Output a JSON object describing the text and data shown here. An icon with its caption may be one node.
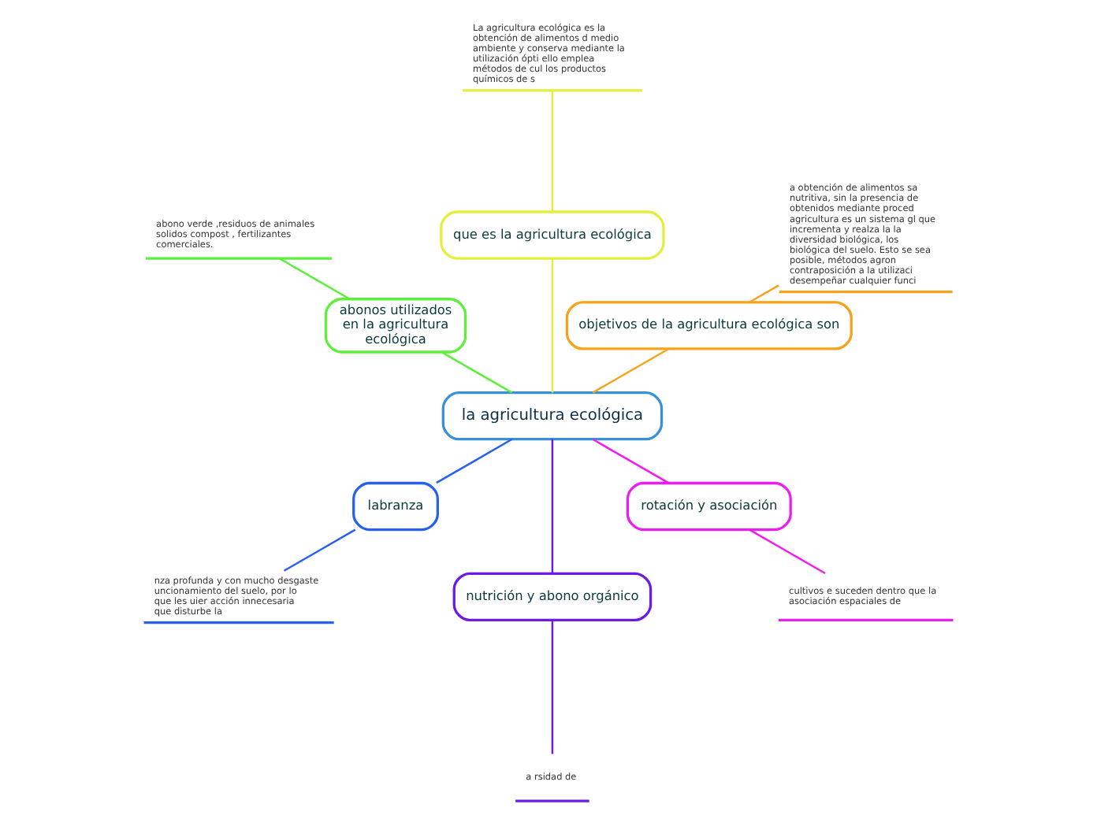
{
  "diagram": {
    "nodes": [
      {
        "text": [
          "la agricultura ecológica"
        ]
      },
      {
        "text": [
          "objetivos de la agricultura ecológica son"
        ]
      },
      {
        "text": [
          "a obtención de alimentos sa nutritiva, sin la presencia de obtenidos mediante proced agricultura es un sistema gl que incrementa y realza la la diversidad biológica, los biológica del suelo. Esto se sea posible, métodos agron contraposición a la utilizaci desempeñar cualquier funci"
        ]
      },
      {
        "text": [
          "que es la agricultura ecológica"
        ]
      },
      {
        "text": [
          "La agricultura ecológica es la obtención de alimentos d medio ambiente y conserva mediante la utilización ópti ello emplea métodos de cul los productos químicos de s"
        ]
      },
      {
        "text": [
          "abonos utilizados en la agricultura ecológica"
        ]
      },
      {
        "text": [
          "abono verde ,residuos de animales solidos compost , fertilizantes comerciales."
        ]
      },
      {
        "text": [
          "labranza"
        ]
      },
      {
        "text": [
          "nza profunda y con mucho desgaste uncionamiento del suelo, por lo que les uier acción innecesaria que disturbe la"
        ]
      },
      {
        "text": [
          "nutrición y abono orgánico"
        ]
      },
      {
        "text": [
          "a rsidad de"
        ]
      },
      {
        "text": [
          "rotación y asociación"
        ]
      },
      {
        "text": [
          "cultivos e suceden dentro que la asociación espaciales de"
        ]
      }
    ],
    "edges": [
      {
        "from": 0,
        "to": 1,
        "arrow": "none",
        "color": "#f7a21b"
      },
      {
        "from": 1,
        "to": 2,
        "arrow": "none",
        "color": "#f7a21b"
      },
      {
        "from": 0,
        "to": 3,
        "arrow": "none",
        "color": "#e3ef3a"
      },
      {
        "from": 3,
        "to": 4,
        "arrow": "none",
        "color": "#e3ef3a"
      },
      {
        "from": 0,
        "to": 5,
        "arrow": "none",
        "color": "#5cf03a"
      },
      {
        "from": 5,
        "to": 6,
        "arrow": "none",
        "color": "#5cf03a"
      },
      {
        "from": 0,
        "to": 7,
        "arrow": "none",
        "color": "#2560f0"
      },
      {
        "from": 7,
        "to": 8,
        "arrow": "none",
        "color": "#2560f0"
      },
      {
        "from": 0,
        "to": 9,
        "arrow": "none",
        "color": "#6a1be8"
      },
      {
        "from": 9,
        "to": 10,
        "arrow": "none",
        "color": "#6a1be8"
      },
      {
        "from": 0,
        "to": 11,
        "arrow": "none",
        "color": "#f01bf0"
      },
      {
        "from": 11,
        "to": 12,
        "arrow": "none",
        "color": "#f01bf0"
      }
    ]
  }
}
